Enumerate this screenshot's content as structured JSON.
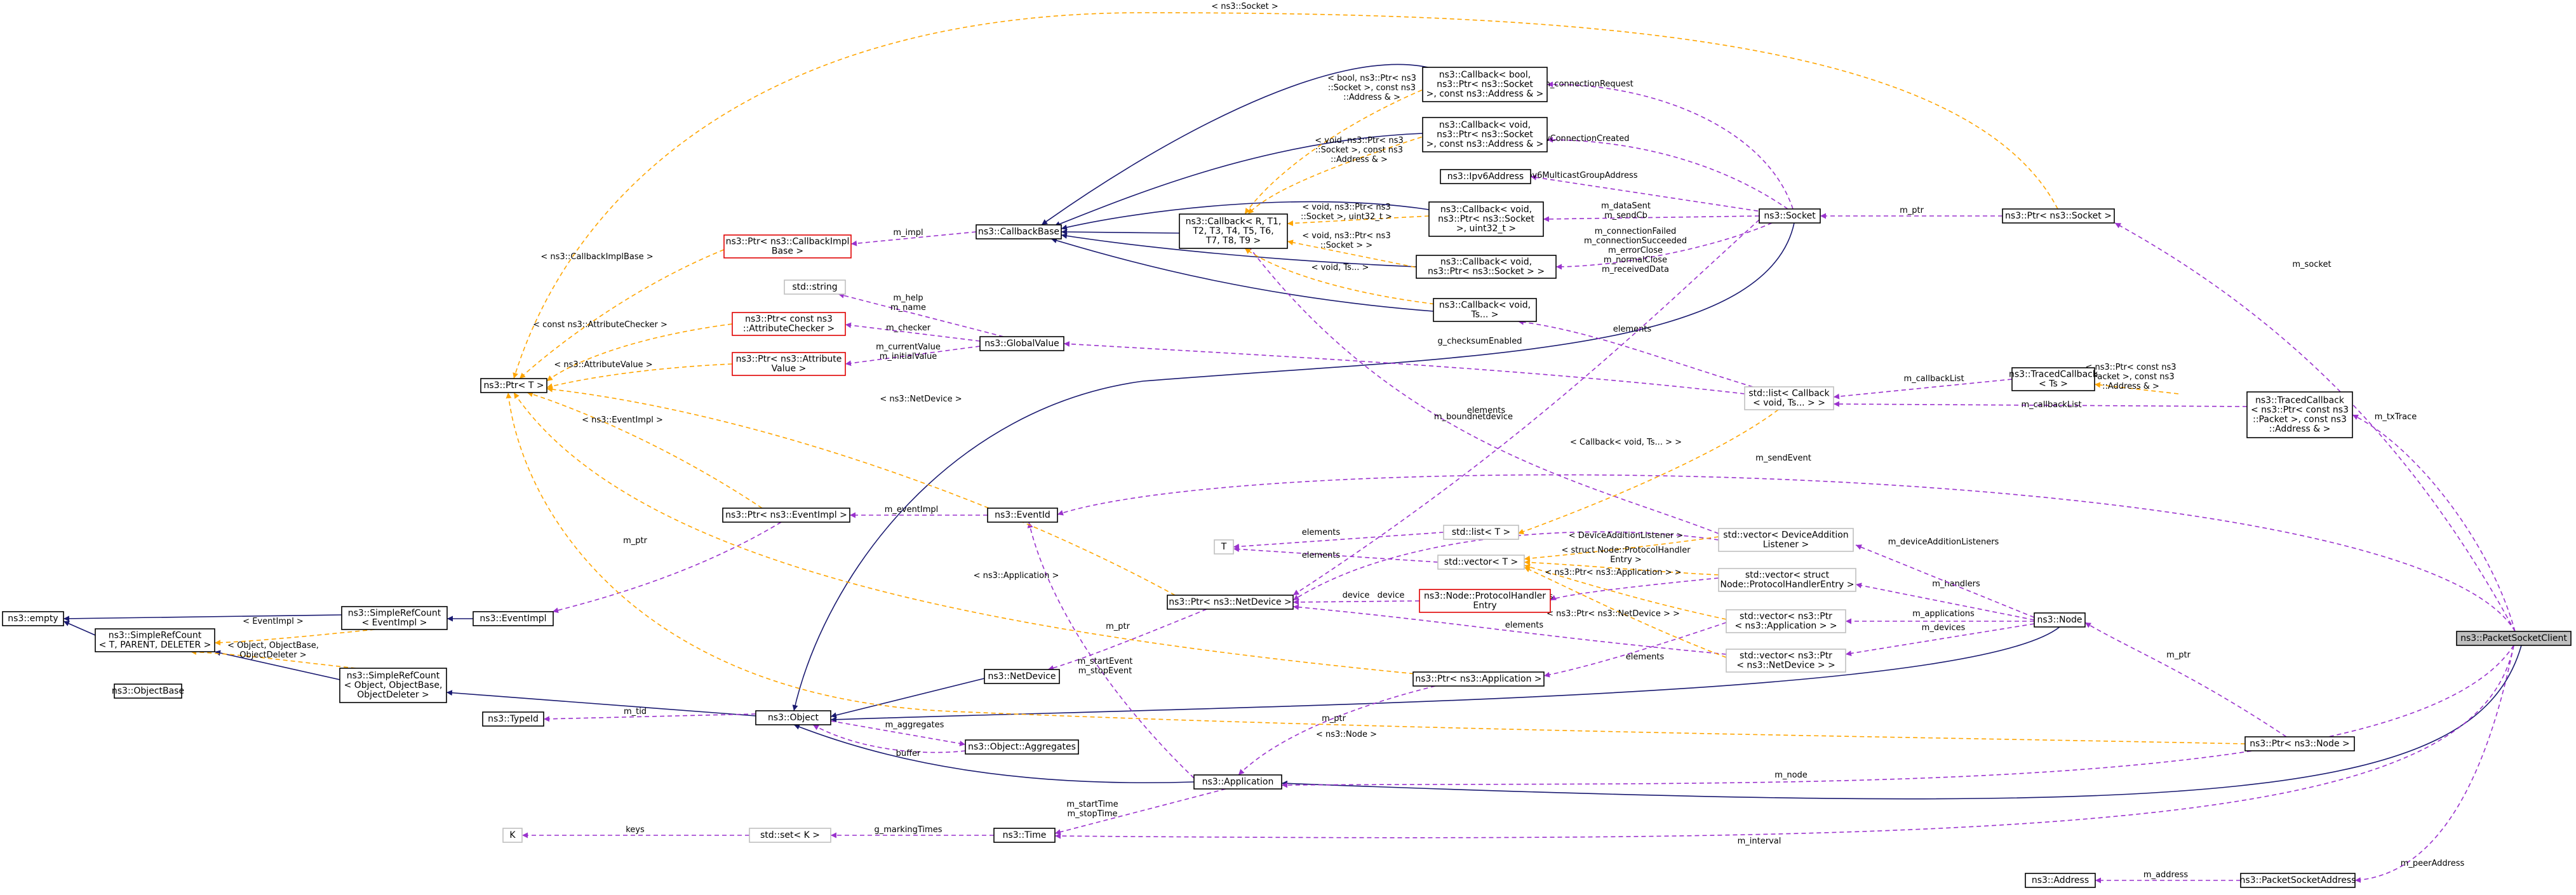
{
  "nodes": {
    "empty": [
      "ns3::empty"
    ],
    "srcT": [
      "ns3::SimpleRefCount",
      "< T, PARENT, DELETER >"
    ],
    "srcEvt": [
      "ns3::SimpleRefCount",
      "< EventImpl >"
    ],
    "srcObj": [
      "ns3::SimpleRefCount",
      "< Object, ObjectBase,",
      "ObjectDeleter >"
    ],
    "objbase": [
      "ns3::ObjectBase"
    ],
    "typeid": [
      "ns3::TypeId"
    ],
    "object": [
      "ns3::Object"
    ],
    "aggr": [
      "ns3::Object::Aggregates"
    ],
    "netdev": [
      "ns3::NetDevice"
    ],
    "ptrT": [
      "ns3::Ptr< T >"
    ],
    "eventimpl": [
      "ns3::EventImpl"
    ],
    "ptrEvt": [
      "ns3::Ptr< ns3::EventImpl >"
    ],
    "eventid": [
      "ns3::EventId"
    ],
    "ptrCbImpl": [
      "ns3::Ptr< ns3::CallbackImpl",
      "Base >"
    ],
    "ptrAttrChk": [
      "ns3::Ptr< const ns3",
      "::AttributeChecker >"
    ],
    "ptrAttrVal": [
      "ns3::Ptr< ns3::Attribute",
      "Value >"
    ],
    "stdstring": [
      "std::string"
    ],
    "globalval": [
      "ns3::GlobalValue"
    ],
    "cbbase": [
      "ns3::CallbackBase"
    ],
    "cbR": [
      "ns3::Callback< R, T1,",
      "T2, T3, T4, T5, T6,",
      "T7, T8, T9 >"
    ],
    "cbBool": [
      "ns3::Callback< bool,",
      "ns3::Ptr< ns3::Socket",
      ">, const ns3::Address & >"
    ],
    "cbVoidAddr": [
      "ns3::Callback< void,",
      "ns3::Ptr< ns3::Socket",
      ">, const ns3::Address & >"
    ],
    "ipv6": [
      "ns3::Ipv6Address"
    ],
    "cbVoidU32": [
      "ns3::Callback< void,",
      "ns3::Ptr< ns3::Socket",
      ">, uint32_t >"
    ],
    "cbVoidSock": [
      "ns3::Callback< void,",
      "ns3::Ptr< ns3::Socket > >"
    ],
    "cbVoidTs": [
      "ns3::Callback< void,",
      "Ts... >"
    ],
    "socket": [
      "ns3::Socket"
    ],
    "ptrSocket": [
      "ns3::Ptr< ns3::Socket >"
    ],
    "listCb": [
      "std::list< Callback",
      "< void, Ts... > >"
    ],
    "tcbTs": [
      "ns3::TracedCallback",
      "< Ts >"
    ],
    "tcbPkt": [
      "ns3::TracedCallback",
      "< ns3::Ptr< const ns3",
      "::Packet >, const ns3",
      "::Address & >"
    ],
    "Tnode": [
      "T"
    ],
    "listT": [
      "std::list< T >"
    ],
    "vectorT": [
      "std::vector< T >"
    ],
    "vecDAL": [
      "std::vector< DeviceAddition",
      "Listener >"
    ],
    "vecPHE": [
      "std::vector< struct",
      "Node::ProtocolHandlerEntry >"
    ],
    "vecApp": [
      "std::vector< ns3::Ptr",
      "< ns3::Application > >"
    ],
    "vecDev": [
      "std::vector< ns3::Ptr",
      "< ns3::NetDevice > >"
    ],
    "ptrNetDev": [
      "ns3::Ptr< ns3::NetDevice >"
    ],
    "phe": [
      "ns3::Node::ProtocolHandler",
      "Entry"
    ],
    "ptrApp": [
      "ns3::Ptr< ns3::Application >"
    ],
    "node": [
      "ns3::Node"
    ],
    "ptrNode": [
      "ns3::Ptr< ns3::Node >"
    ],
    "app": [
      "ns3::Application"
    ],
    "time": [
      "ns3::Time"
    ],
    "setK": [
      "std::set< K >"
    ],
    "K": [
      "K"
    ],
    "address": [
      "ns3::Address"
    ],
    "psa": [
      "ns3::PacketSocketAddress"
    ],
    "client": [
      "ns3::PacketSocketClient"
    ]
  },
  "edge_labels": {
    "socketTop": [
      "< ns3::Socket >"
    ],
    "connReq": [
      "m_connectionRequest"
    ],
    "newConn": [
      "m_newConnectionCreated"
    ],
    "ipv6mc": [
      "m_ipv6MulticastGroupAddress"
    ],
    "dataSent": [
      "m_dataSent",
      "m_sendCb"
    ],
    "connFail": [
      "m_connectionFailed",
      "m_connectionSucceeded",
      "m_errorClose",
      "m_normalClose",
      "m_receivedData"
    ],
    "tBool": [
      "< bool, ns3::Ptr< ns3",
      "::Socket >, const ns3",
      "::Address & >"
    ],
    "tVoidAddr": [
      "< void, ns3::Ptr< ns3",
      "::Socket >, const ns3",
      "::Address & >"
    ],
    "tVoidU32": [
      "< void, ns3::Ptr< ns3",
      "::Socket >, uint32_t >"
    ],
    "tVoidSock": [
      "< void, ns3::Ptr< ns3",
      "::Socket > >"
    ],
    "tVoidTs": [
      "< void, Ts... >"
    ],
    "mImpl": [
      "m_impl"
    ],
    "tCbImpl": [
      "< ns3::CallbackImplBase >"
    ],
    "help": [
      "m_help",
      "m_name"
    ],
    "checker": [
      "m_checker"
    ],
    "curVal": [
      "m_currentValue",
      "m_initialValue"
    ],
    "tAttrChk": [
      "< const ns3::AttributeChecker >"
    ],
    "tAttrVal": [
      "< ns3::AttributeValue >"
    ],
    "tNetDev": [
      "< ns3::NetDevice >"
    ],
    "tEvtImpl": [
      "< ns3::EventImpl >"
    ],
    "eventImplLbl": [
      "m_eventImpl"
    ],
    "mPtrEvt": [
      "m_ptr"
    ],
    "tEvtImpl2": [
      "< EventImpl >"
    ],
    "tObjBase": [
      "< Object, ObjectBase,",
      "ObjectDeleter >"
    ],
    "mTid": [
      "m_tid"
    ],
    "aggrs": [
      "m_aggregates"
    ],
    "buffer": [
      "buffer"
    ],
    "mPtrDev": [
      "m_ptr"
    ],
    "startEvt": [
      "m_startEvent",
      "m_stopEvent"
    ],
    "tApp": [
      "< ns3::Application >"
    ],
    "tNode": [
      "< ns3::Node >"
    ],
    "startTime": [
      "m_startTime",
      "m_stopTime"
    ],
    "gMark": [
      "g_markingTimes"
    ],
    "keys": [
      "keys"
    ],
    "mPtrApp": [
      "m_ptr"
    ],
    "mNode": [
      "m_node"
    ],
    "interval": [
      "m_interval"
    ],
    "chkSum": [
      "g_checksumEnabled"
    ],
    "boundNd": [
      "m_boundnetdevice"
    ],
    "elemsCb": [
      "elements"
    ],
    "elemsDal": [
      "elements"
    ],
    "mCbList": [
      "m_callbackList"
    ],
    "mCbList2": [
      "m_callbackList"
    ],
    "tTcb": [
      "< ns3::Ptr< const ns3",
      "::Packet >, const ns3",
      "::Address & >"
    ],
    "tCbVoidTs": [
      "< Callback< void, Ts... > >"
    ],
    "elemsT1": [
      "elements"
    ],
    "elemsT2": [
      "elements"
    ],
    "tDAL": [
      "< DeviceAdditionListener >"
    ],
    "tPHE": [
      "< struct Node::ProtocolHandler",
      "Entry >"
    ],
    "tPtrApp": [
      "< ns3::Ptr< ns3::Application > >"
    ],
    "tPtrDev": [
      "< ns3::Ptr< ns3::NetDevice > >"
    ],
    "device": [
      "device"
    ],
    "elemsPhe": [
      "elements"
    ],
    "elemsDev": [
      "elements"
    ],
    "elemsApp": [
      "elements"
    ],
    "devAddL": [
      "m_deviceAdditionListeners"
    ],
    "handlers": [
      "m_handlers"
    ],
    "applications": [
      "m_applications"
    ],
    "devices": [
      "m_devices"
    ],
    "mPtrNode": [
      "m_ptr"
    ],
    "mPtrSock": [
      "m_ptr"
    ],
    "mSocket": [
      "m_socket"
    ],
    "mTxTrace": [
      "m_txTrace"
    ],
    "mSendEvent": [
      "m_sendEvent"
    ],
    "mPeerAddr": [
      "m_peerAddress"
    ],
    "mAddress": [
      "m_address"
    ]
  }
}
